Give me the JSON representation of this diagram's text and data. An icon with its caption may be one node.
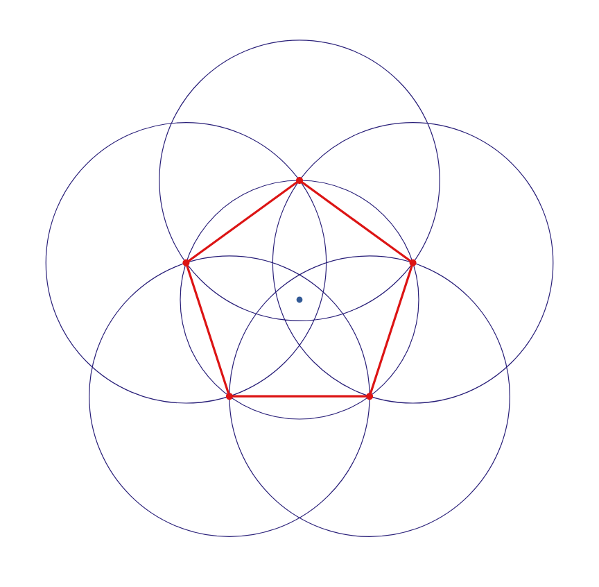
{
  "diagram": {
    "nodes": [
      {
        "text": [],
        "shape": "circle"
      },
      {
        "text": [],
        "shape": "circle"
      },
      {
        "text": [],
        "shape": "circle"
      },
      {
        "text": [],
        "shape": "circle"
      },
      {
        "text": [],
        "shape": "circle"
      }
    ],
    "edges": [
      {
        "from": 0,
        "to": 1,
        "arrow": "none"
      },
      {
        "from": 1,
        "to": 2,
        "arrow": "none"
      },
      {
        "from": 2,
        "to": 3,
        "arrow": "none"
      },
      {
        "from": 3,
        "to": 4,
        "arrow": "none"
      },
      {
        "from": 4,
        "to": 0,
        "arrow": "none"
      }
    ]
  }
}
